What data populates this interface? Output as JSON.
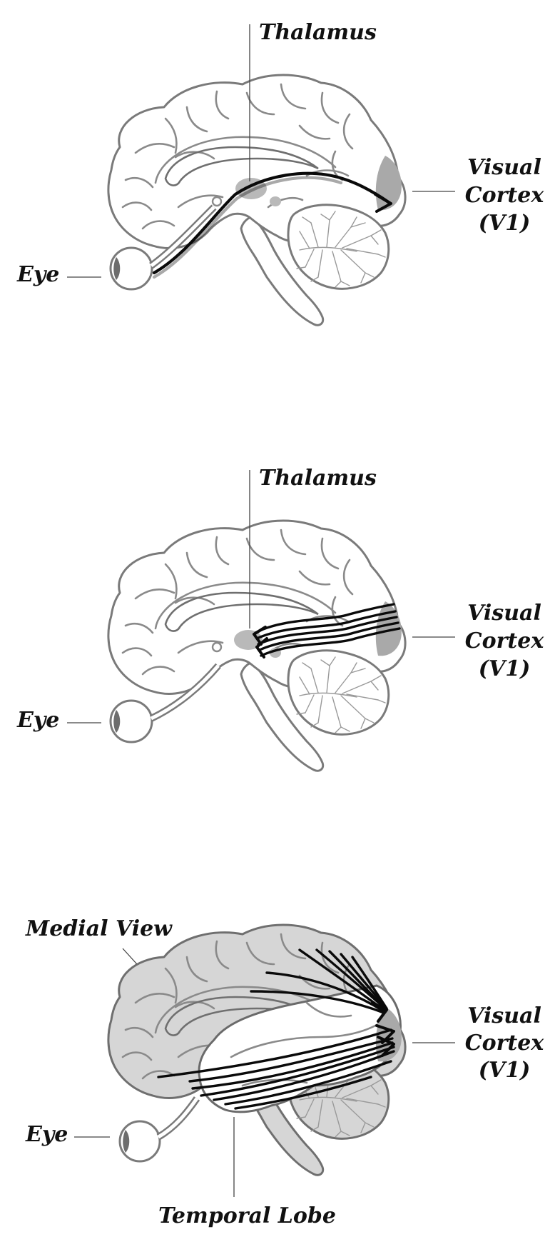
{
  "panels": [
    {
      "id": "panel-1",
      "labels": {
        "thalamus": "Thalamus",
        "visual_cortex_line1": "Visual",
        "visual_cortex_line2": "Cortex",
        "visual_cortex_line3": "(V1)",
        "eye": "Eye"
      }
    },
    {
      "id": "panel-2",
      "labels": {
        "thalamus": "Thalamus",
        "visual_cortex_line1": "Visual",
        "visual_cortex_line2": "Cortex",
        "visual_cortex_line3": "(V1)",
        "eye": "Eye"
      }
    },
    {
      "id": "panel-3",
      "labels": {
        "medial_view": "Medial View",
        "visual_cortex_line1": "Visual",
        "visual_cortex_line2": "Cortex",
        "visual_cortex_line3": "(V1)",
        "eye": "Eye",
        "temporal_lobe": "Temporal Lobe"
      }
    }
  ],
  "colors": {
    "outline": "#7a7a7a",
    "region_shade": "#b9b9b9",
    "pathway": "#0a0a0a",
    "medial_fill": "#d6d6d6"
  }
}
